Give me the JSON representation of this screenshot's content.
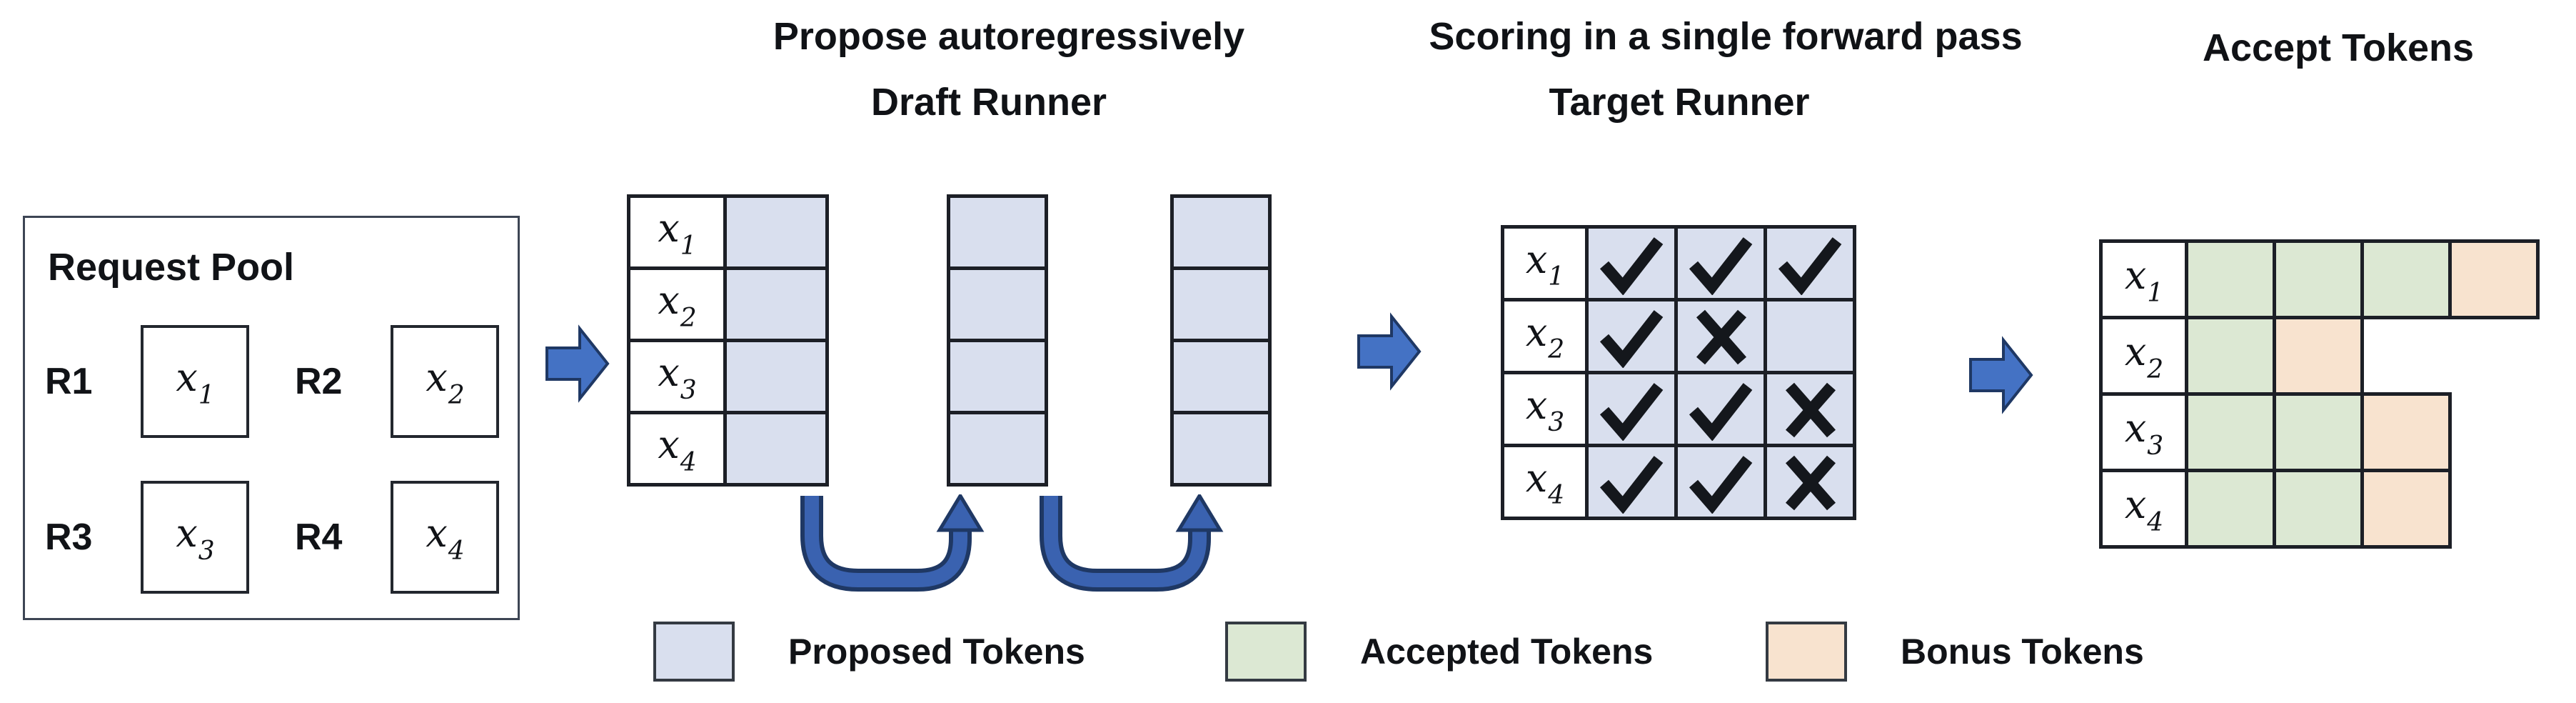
{
  "titles": {
    "draft_header": "Propose autoregressively",
    "draft_subheader": "Draft Runner",
    "target_header": "Scoring in a single forward pass",
    "target_subheader": "Target Runner",
    "accept_header": "Accept Tokens"
  },
  "request_pool": {
    "title": "Request Pool",
    "requests": [
      {
        "id": "R1",
        "token": {
          "base": "x",
          "sub": "1"
        }
      },
      {
        "id": "R2",
        "token": {
          "base": "x",
          "sub": "2"
        }
      },
      {
        "id": "R3",
        "token": {
          "base": "x",
          "sub": "3"
        }
      },
      {
        "id": "R4",
        "token": {
          "base": "x",
          "sub": "4"
        }
      }
    ]
  },
  "draft_runner": {
    "row_labels": [
      {
        "base": "x",
        "sub": "1"
      },
      {
        "base": "x",
        "sub": "2"
      },
      {
        "base": "x",
        "sub": "3"
      },
      {
        "base": "x",
        "sub": "4"
      }
    ],
    "proposal_steps": 3,
    "rows": 4
  },
  "target_runner": {
    "rows": [
      {
        "label": {
          "base": "x",
          "sub": "1"
        },
        "marks": [
          "check",
          "check",
          "check"
        ]
      },
      {
        "label": {
          "base": "x",
          "sub": "2"
        },
        "marks": [
          "check",
          "cross",
          "none"
        ]
      },
      {
        "label": {
          "base": "x",
          "sub": "3"
        },
        "marks": [
          "check",
          "check",
          "cross"
        ]
      },
      {
        "label": {
          "base": "x",
          "sub": "4"
        },
        "marks": [
          "check",
          "check",
          "cross"
        ]
      }
    ]
  },
  "accept_tokens": {
    "rows": [
      {
        "label": {
          "base": "x",
          "sub": "1"
        },
        "cells": [
          "accepted",
          "accepted",
          "accepted",
          "bonus"
        ]
      },
      {
        "label": {
          "base": "x",
          "sub": "2"
        },
        "cells": [
          "accepted",
          "bonus"
        ]
      },
      {
        "label": {
          "base": "x",
          "sub": "3"
        },
        "cells": [
          "accepted",
          "accepted",
          "bonus"
        ]
      },
      {
        "label": {
          "base": "x",
          "sub": "4"
        },
        "cells": [
          "accepted",
          "accepted",
          "bonus"
        ]
      }
    ]
  },
  "legend": [
    {
      "type": "proposed",
      "label": "Proposed Tokens",
      "color": "#D9DFEE"
    },
    {
      "type": "accepted",
      "label": "Accepted Tokens",
      "color": "#DCE8D3"
    },
    {
      "type": "bonus",
      "label": "Bonus Tokens",
      "color": "#F8E3CF"
    }
  ],
  "colors": {
    "proposed": "#D9DFEE",
    "accepted": "#DCE8D3",
    "bonus": "#F8E3CF",
    "arrow_fill": "#4472C4",
    "arrow_outline": "#1F3864",
    "loop_fill": "#3A62B0",
    "grid_border": "#1c1f26",
    "mark": "#14171c"
  }
}
